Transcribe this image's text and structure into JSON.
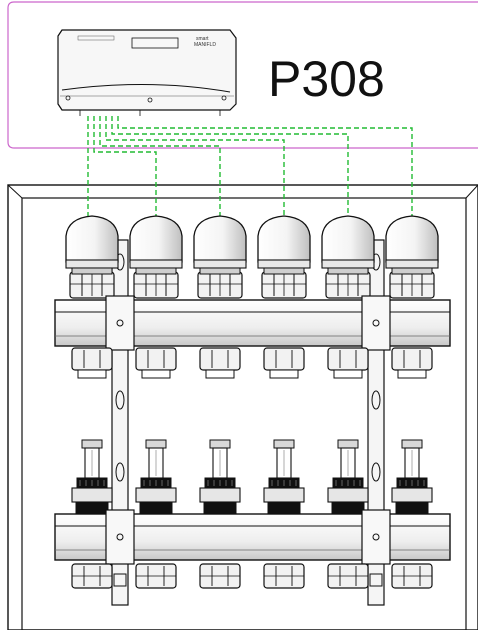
{
  "title": "P308",
  "controller": {
    "brand_line1": "smart",
    "brand_line2": "MANIFLD"
  },
  "colors": {
    "wire": "#22bb33",
    "panel_border": "#cc66cc",
    "line": "#111111",
    "fill_light": "#f2f2f2",
    "fill_mid": "#d8d8d8",
    "fill_dark": "#111111"
  },
  "zones": 6
}
